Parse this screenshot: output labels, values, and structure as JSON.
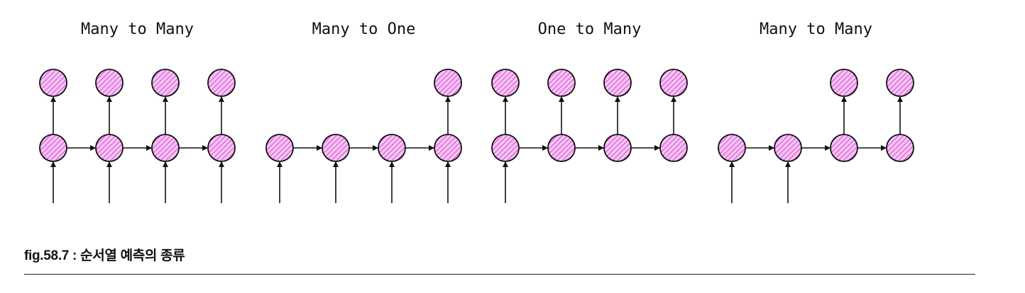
{
  "panels": [
    {
      "title": "Many to Many",
      "nodes": [
        {
          "input": true,
          "output": true
        },
        {
          "input": true,
          "output": true
        },
        {
          "input": true,
          "output": true
        },
        {
          "input": true,
          "output": true
        }
      ]
    },
    {
      "title": "Many to One",
      "nodes": [
        {
          "input": true,
          "output": false
        },
        {
          "input": true,
          "output": false
        },
        {
          "input": true,
          "output": false
        },
        {
          "input": true,
          "output": true
        }
      ]
    },
    {
      "title": "One to Many",
      "nodes": [
        {
          "input": true,
          "output": true
        },
        {
          "input": false,
          "output": true
        },
        {
          "input": false,
          "output": true
        },
        {
          "input": false,
          "output": true
        }
      ]
    },
    {
      "title": "Many to Many",
      "nodes": [
        {
          "input": true,
          "output": false
        },
        {
          "input": true,
          "output": false
        },
        {
          "input": false,
          "output": true
        },
        {
          "input": false,
          "output": true
        }
      ]
    }
  ],
  "caption": "fig.58.7 : 순서열 예측의 종류",
  "colors": {
    "node_fill": "#f2a6f0",
    "hatch": "#d94fd4",
    "stroke": "#111111"
  }
}
